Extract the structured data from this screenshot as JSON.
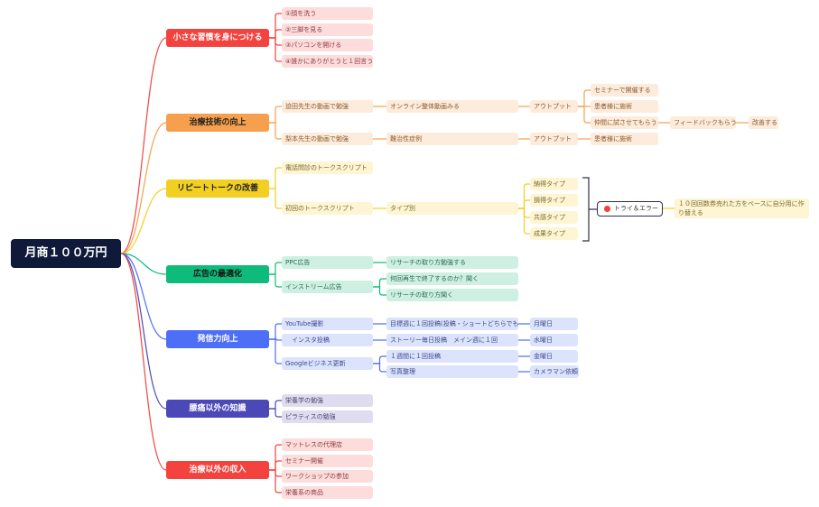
{
  "root": {
    "label": "月商１００万円"
  },
  "branches": [
    {
      "label": "小さな習慣を身につける",
      "color": "#f4433f",
      "light": "#fddcdc",
      "text": "#8a3b3b",
      "children": [
        {
          "label": "①顔を洗う"
        },
        {
          "label": "②三脚を見る"
        },
        {
          "label": "③パソコンを開ける"
        },
        {
          "label": "④誰かにありがとうと１回言う"
        }
      ]
    },
    {
      "label": "治療技術の向上",
      "color": "#f6a04d",
      "light": "#fdebdc",
      "text": "#8a5a2a",
      "mainText": "#222",
      "children": [
        {
          "label": "迫田先生の動画で勉強",
          "children": [
            {
              "label": "オンライン整体動画みる",
              "children": [
                {
                  "label": "アウトプット",
                  "children": [
                    {
                      "label": "セミナーで開催する"
                    },
                    {
                      "label": "患者様に施術"
                    },
                    {
                      "label": "仲間に試させてもらう",
                      "children": [
                        {
                          "label": "フィードバックもらう",
                          "children": [
                            {
                              "label": "改善する"
                            }
                          ]
                        }
                      ]
                    }
                  ]
                }
              ]
            }
          ]
        },
        {
          "label": "梨本先生の動画で勉強",
          "children": [
            {
              "label": "難治性症例",
              "children": [
                {
                  "label": "アウトプット",
                  "children": [
                    {
                      "label": "患者様に施術"
                    }
                  ]
                }
              ]
            }
          ]
        }
      ]
    },
    {
      "label": "リピートトークの改善",
      "color": "#f2cf22",
      "light": "#fdf5d3",
      "text": "#7a6a2a",
      "mainText": "#222",
      "children": [
        {
          "label": "電話問診のトークスクリプト"
        },
        {
          "label": "初回のトークスクリプト",
          "children": [
            {
              "label": "タイプ別",
              "children": [
                {
                  "label": "納得タイプ"
                },
                {
                  "label": "損得タイプ"
                },
                {
                  "label": "共感タイプ"
                },
                {
                  "label": "成果タイプ"
                }
              ]
            }
          ]
        }
      ],
      "summary": {
        "label": "トライ＆エラー",
        "marker_color": "#f04040",
        "note": "１０回回数券売れた方をベースに自分用に作り替える"
      }
    },
    {
      "label": "広告の最適化",
      "color": "#0dbb7a",
      "light": "#cdf0e2",
      "text": "#2b6a50",
      "mainText": "#111",
      "children": [
        {
          "label": "PPC広告",
          "children": [
            {
              "label": "リサーチの取り方勉強する"
            }
          ]
        },
        {
          "label": "インストリーム広告",
          "children": [
            {
              "label": "何回再生で終了するのか？聞く"
            },
            {
              "label": "リサーチの取り方聞く"
            }
          ]
        }
      ]
    },
    {
      "label": "発信力向上",
      "color": "#4d6ef7",
      "light": "#dce3fd",
      "text": "#3a4a8a",
      "children": [
        {
          "label": "YouTube撮影",
          "children": [
            {
              "label": "目標週に１回投稿(投稿・ショートどちらでも)",
              "children": [
                {
                  "label": "月曜日"
                }
              ]
            }
          ]
        },
        {
          "label": "　インスタ投稿",
          "children": [
            {
              "label": "ストーリー毎日投稿　メイン週に１回",
              "children": [
                {
                  "label": "水曜日"
                }
              ]
            }
          ]
        },
        {
          "label": "Googleビジネス更新",
          "children": [
            {
              "label": "１週間に１回投稿",
              "children": [
                {
                  "label": "金曜日"
                }
              ]
            },
            {
              "label": "写真整理",
              "children": [
                {
                  "label": "カメラマン依頼"
                }
              ]
            }
          ]
        }
      ]
    },
    {
      "label": "腰痛以外の知識",
      "color": "#4b48b8",
      "light": "#dfdcf0",
      "text": "#4a4870",
      "children": [
        {
          "label": "栄養学の勉強"
        },
        {
          "label": "ピラティスの勉強"
        }
      ]
    },
    {
      "label": "治療以外の収入",
      "color": "#f4433f",
      "light": "#fddcdc",
      "text": "#8a3b3b",
      "children": [
        {
          "label": "マットレスの代理店"
        },
        {
          "label": "セミナー開催"
        },
        {
          "label": "ワークショップの参加"
        },
        {
          "label": "栄養系の商品"
        }
      ]
    }
  ]
}
